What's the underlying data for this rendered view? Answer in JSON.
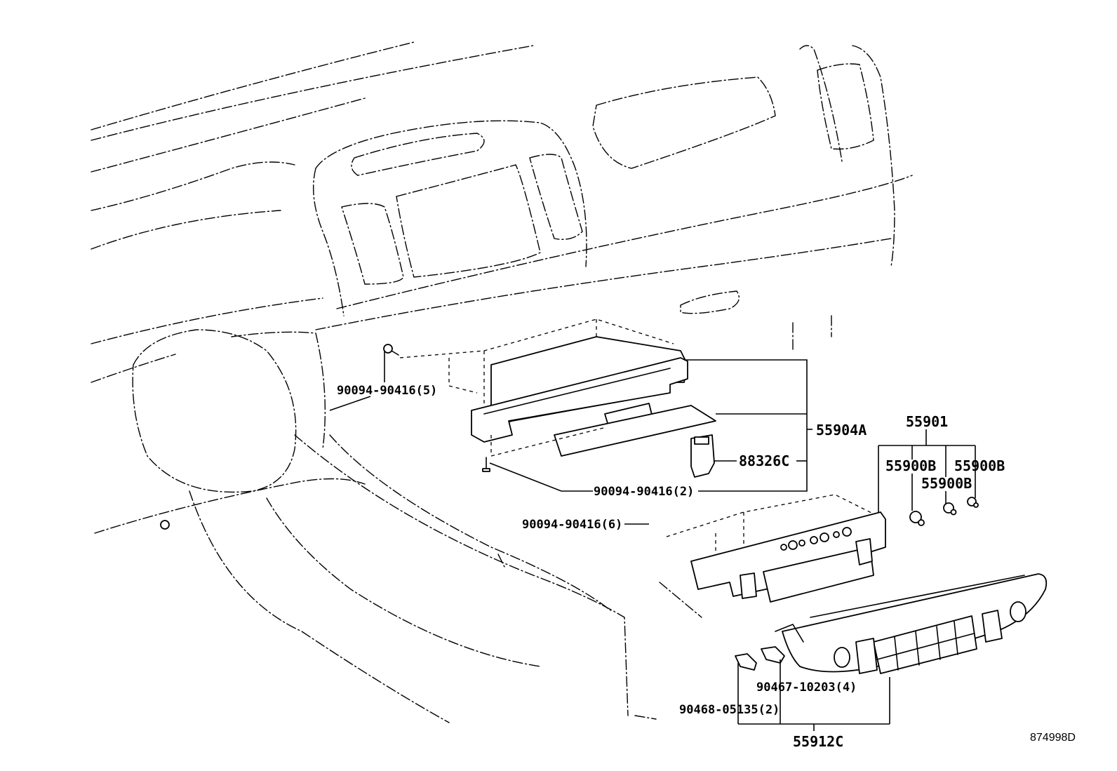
{
  "diagram": {
    "title": "Heater control / audio panel parts diagram",
    "figure_id": "874998D",
    "callouts": [
      {
        "id": "screw-a",
        "text": "90094-90416(5)"
      },
      {
        "id": "bracket-assy",
        "text": "55904A"
      },
      {
        "id": "clip-88326",
        "text": "88326C"
      },
      {
        "id": "screw-b",
        "text": "90094-90416(2)"
      },
      {
        "id": "control-assy",
        "text": "55901"
      },
      {
        "id": "bulb-1",
        "text": "55900B"
      },
      {
        "id": "bulb-2",
        "text": "55900B"
      },
      {
        "id": "bulb-3",
        "text": "55900B"
      },
      {
        "id": "screw-c",
        "text": "90094-90416(6)"
      },
      {
        "id": "clip-90467",
        "text": "90467-10203(4)"
      },
      {
        "id": "clip-90468",
        "text": "90468-05135(2)"
      },
      {
        "id": "panel-assy",
        "text": "55912C"
      }
    ]
  }
}
